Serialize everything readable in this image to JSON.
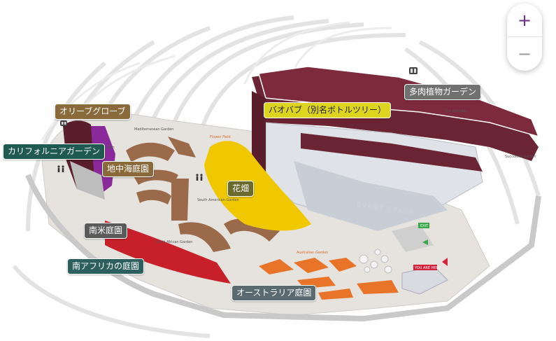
{
  "zoom": {
    "in_label": "+",
    "out_label": "−"
  },
  "labels": [
    {
      "key": "olive_grove",
      "text": "オリーブグローブ",
      "bg": "#8a6a3a"
    },
    {
      "key": "california",
      "text": "カリフォルニアガーデン",
      "bg": "#1f5a52"
    },
    {
      "key": "mediterranean",
      "text": "地中海庭園",
      "bg": "#8a6a3a"
    },
    {
      "key": "baobab",
      "text": "バオバブ（別名ボトルツリー）",
      "bg": "#dcd41e"
    },
    {
      "key": "succulent",
      "text": "多肉植物ガーデン",
      "bg": "#707070"
    },
    {
      "key": "flower_field",
      "text": "花畑",
      "bg": "#6a6a2e"
    },
    {
      "key": "south_america",
      "text": "南米庭園",
      "bg": "#5a5a5a"
    },
    {
      "key": "south_africa",
      "text": "南アフリカの庭園",
      "bg": "#2d5f5f"
    },
    {
      "key": "australia",
      "text": "オーストラリア庭園",
      "bg": "#5a6a70"
    }
  ],
  "map_text": {
    "mediterranean_garden": "Mediterranean Garden",
    "flower_field": "Flower Field",
    "south_american_garden": "South American Garden",
    "south_african_garden": "South African Garden",
    "australian_garden": "Australian Garden",
    "the_baobabs": "The Baobabs",
    "succulent_garden": "Succulent Garden",
    "event_space": "EVENT SPACE",
    "exit": "EXIT",
    "you_are_here": "YOU ARE HERE",
    "california_garden": "California Garden"
  },
  "colors": {
    "maroon": "#6b2433",
    "flower_yellow": "#f0c800",
    "terrace_brown": "#9a6a4a",
    "south_africa_red": "#c8202a",
    "australia_orange": "#e8742a",
    "california_purple": "#8a2a9a"
  }
}
